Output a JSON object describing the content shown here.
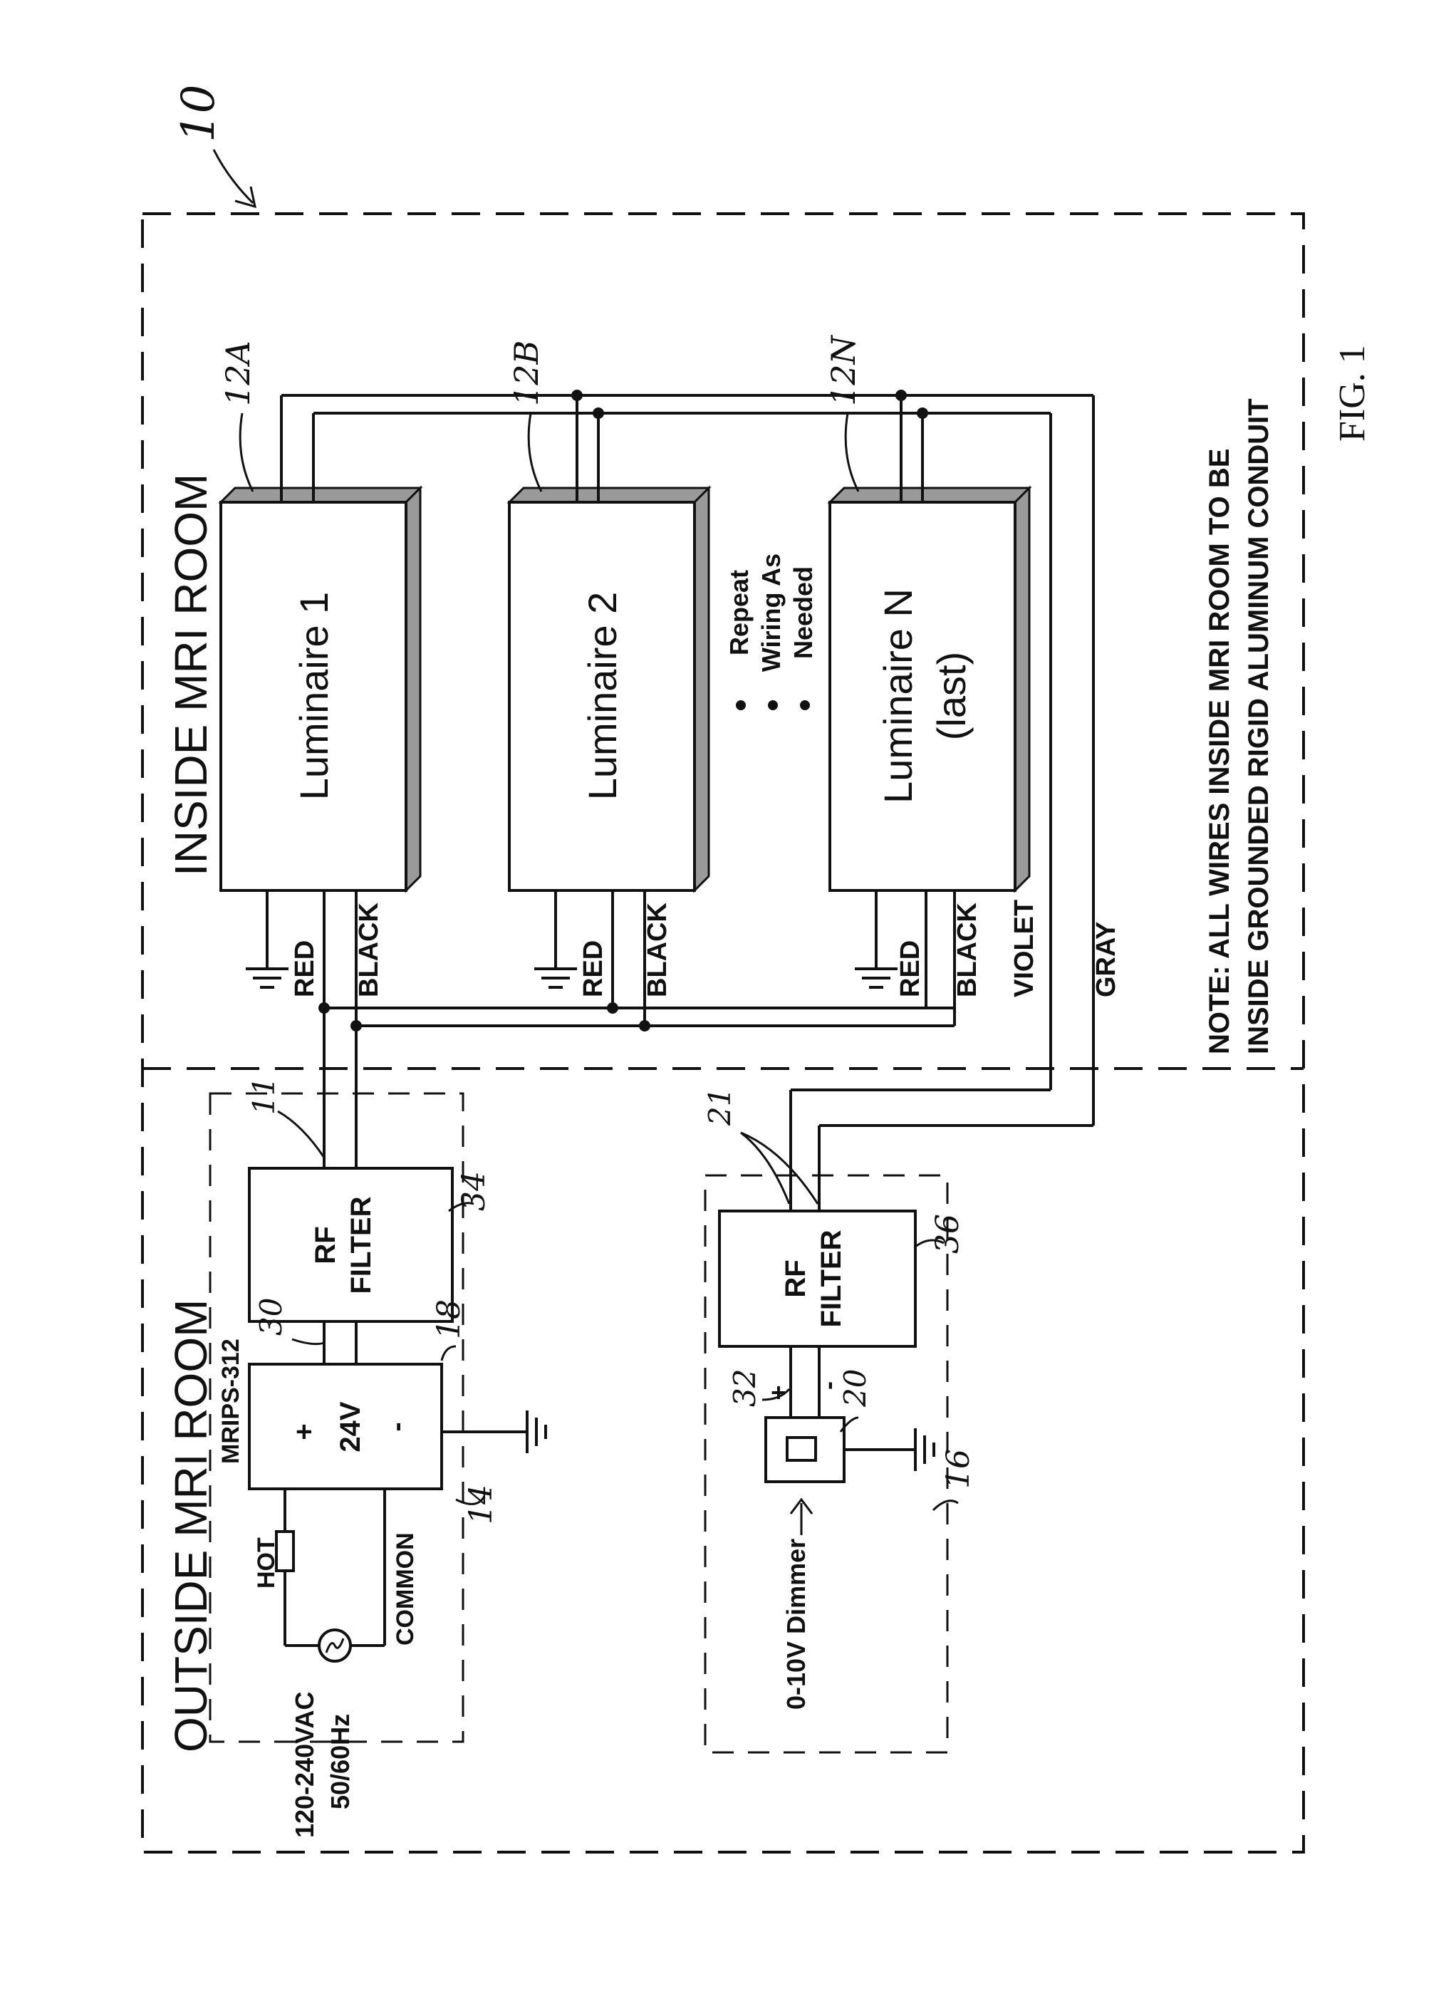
{
  "figure": {
    "ref_main": "10",
    "caption": "FIG. 1"
  },
  "rooms": {
    "inside": "INSIDE MRI ROOM",
    "outside": "OUTSIDE MRI ROOM"
  },
  "note": {
    "line1": "NOTE: ALL WIRES INSIDE MRI ROOM TO BE",
    "line2": "INSIDE GROUNDED RIGID ALUMINUM CONDUIT"
  },
  "luminaires": [
    {
      "label": "Luminaire 1",
      "label2": "",
      "ref": "12A"
    },
    {
      "label": "Luminaire 2",
      "label2": "",
      "ref": "12B"
    },
    {
      "label": "Luminaire N",
      "label2": "(last)",
      "ref": "12N"
    }
  ],
  "repeat": {
    "line1": "Repeat",
    "line2": "Wiring As",
    "line3": "Needed"
  },
  "wires": {
    "red": "RED",
    "black": "BLACK",
    "violet": "VIOLET",
    "gray": "GRAY"
  },
  "power": {
    "source_line1": "120-240VAC",
    "source_line2": "50/60Hz",
    "hot": "HOT",
    "common": "COMMON",
    "supply_model": "MRIPS-312",
    "supply_plus": "+",
    "supply_voltage": "24V",
    "supply_minus": "-"
  },
  "filters": [
    {
      "line1": "RF",
      "line2": "FILTER",
      "ref": "34"
    },
    {
      "line1": "RF",
      "line2": "FILTER",
      "ref": "36"
    }
  ],
  "dimmer": {
    "label": "0-10V Dimmer",
    "plus": "+",
    "minus": "-"
  },
  "refs": {
    "r14": "14",
    "r16": "16",
    "r18": "18",
    "r20": "20",
    "r21": "21",
    "r30": "30",
    "r32": "32",
    "r11": "11"
  }
}
